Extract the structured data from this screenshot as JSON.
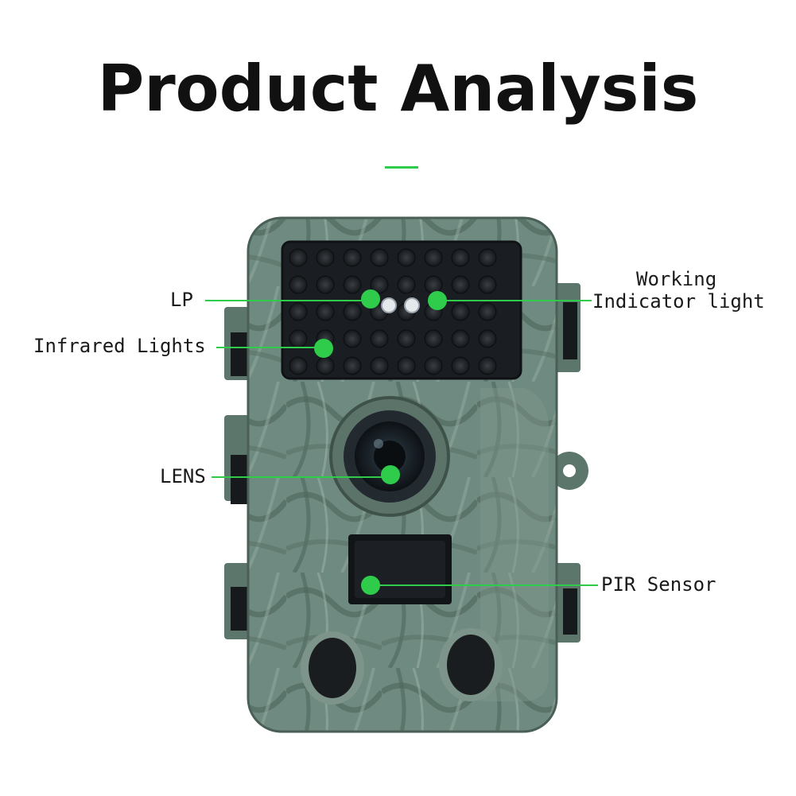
{
  "page": {
    "title": "Product Analysis"
  },
  "labels": {
    "lp": "LP",
    "infrared_lights": "Infrared Lights",
    "lens": "LENS",
    "working_line1": "Working",
    "working_line2": "Indicator light",
    "pir_sensor": "PIR Sensor"
  },
  "colors": {
    "accent": "#2ecc4a",
    "camo_base": "#6f8a80",
    "camo_dark": "#3f5249",
    "ir_panel": "#1a1e22",
    "text": "#111111"
  },
  "icons": [
    "trail-camera-illustration",
    "callout-dot"
  ]
}
